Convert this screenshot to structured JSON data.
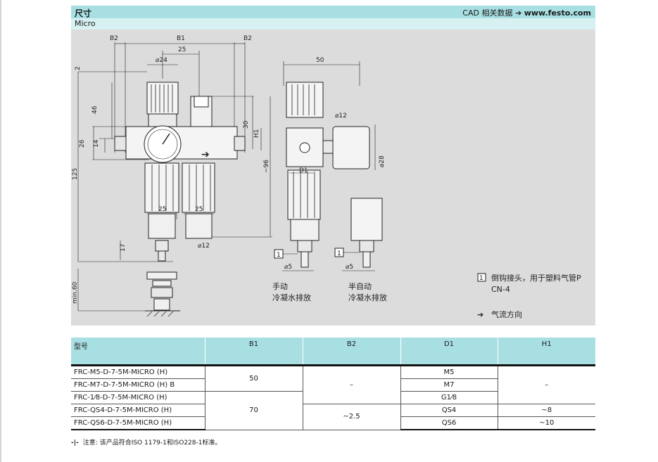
{
  "header": {
    "title": "尺寸",
    "cad_text": "CAD 相关数据",
    "arrow": "➔",
    "site": "www.festo.com"
  },
  "subheader": "Micro",
  "drawing": {
    "dims": {
      "b2_left": "B2",
      "b1": "B1",
      "b2_right": "B2",
      "d25_top": "25",
      "dia24": "⌀24",
      "d2": "2",
      "d46": "46",
      "d26": "26",
      "d14": "14",
      "d125": "125",
      "d17": "17",
      "d30": "30",
      "h1": "H1",
      "d96": "~96",
      "bowl25_left": "25",
      "bowl25_right": "25",
      "c12_left": "⌀12",
      "min60": "min.60",
      "d50": "50",
      "c12_right": "⌀12",
      "dia28": "⌀28",
      "d1": "D1",
      "dia5_a": "⌀5",
      "dia5_b": "⌀5",
      "callout1_a": "1",
      "callout1_b": "1"
    },
    "captions": {
      "manual_line1": "手动",
      "manual_line2": "冷凝水排放",
      "semi_line1": "半自动",
      "semi_line2": "冷凝水排放"
    },
    "legend": {
      "item1_num": "1",
      "item1_line1": "倒钩接头，用于塑料气管P",
      "item1_line2": "CN-4",
      "flow_symbol": "➔",
      "flow_text": "气流方向"
    }
  },
  "table": {
    "headers": [
      "型号",
      "B1",
      "B2",
      "D1",
      "H1"
    ],
    "rows": [
      {
        "model": "FRC-M5-D-7-5M-MICRO (H)",
        "d1": "M5"
      },
      {
        "model": "FRC-M7-D-7-5M-MICRO (H) B",
        "d1": "M7"
      },
      {
        "model": "FRC-1⁄8-D-7-5M-MICRO (H)",
        "d1": "G1⁄8"
      },
      {
        "model": "FRC-QS4-D-7-5M-MICRO (H)",
        "d1": "QS4",
        "h1": "~8"
      },
      {
        "model": "FRC-QS6-D-7-5M-MICRO (H)",
        "d1": "QS6",
        "h1": "~10"
      }
    ],
    "merged": {
      "b1_a": "50",
      "b1_b": "70",
      "b2_a": "–",
      "b2_b": "~2.5",
      "h1_a": "–"
    }
  },
  "note": {
    "icon": "-|-",
    "label": "注意:",
    "text": "该产品符合ISO 1179-1和ISO228-1标准。"
  }
}
